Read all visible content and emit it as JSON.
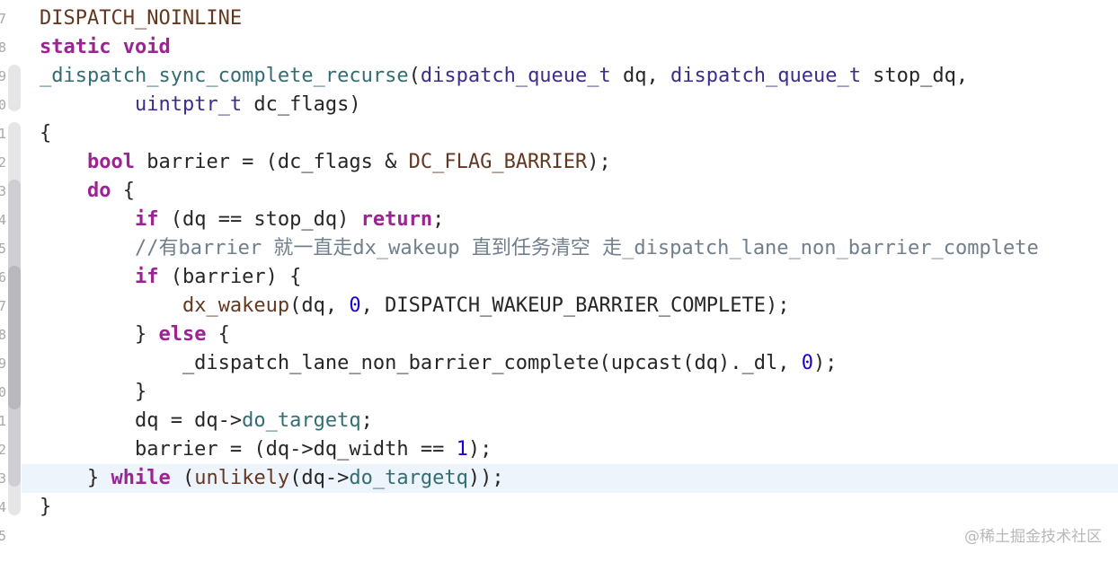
{
  "editor": {
    "line_numbers": [
      "7",
      "8",
      "9",
      "0",
      "1",
      "2",
      "3",
      "4",
      "5",
      "6",
      "7",
      "8",
      "9",
      "0",
      "1",
      "2",
      "3",
      "4",
      "5"
    ],
    "lines": [
      [
        {
          "t": "DISPATCH_NOINLINE",
          "c": "mc"
        }
      ],
      [
        {
          "t": "static",
          "c": "kw"
        },
        {
          "t": " ",
          "c": "pl"
        },
        {
          "t": "void",
          "c": "kw"
        }
      ],
      [
        {
          "t": "_dispatch_sync_complete_recurse",
          "c": "fn"
        },
        {
          "t": "(",
          "c": "pl"
        },
        {
          "t": "dispatch_queue_t",
          "c": "ty"
        },
        {
          "t": " dq, ",
          "c": "pl"
        },
        {
          "t": "dispatch_queue_t",
          "c": "ty"
        },
        {
          "t": " stop_dq,",
          "c": "pl"
        }
      ],
      [
        {
          "t": "        ",
          "c": "pl"
        },
        {
          "t": "uintptr_t",
          "c": "ty"
        },
        {
          "t": " dc_flags)",
          "c": "pl"
        }
      ],
      [
        {
          "t": "{",
          "c": "pl"
        }
      ],
      [
        {
          "t": "    ",
          "c": "pl"
        },
        {
          "t": "bool",
          "c": "kw"
        },
        {
          "t": " barrier = (dc_flags & ",
          "c": "pl"
        },
        {
          "t": "DC_FLAG_BARRIER",
          "c": "mc"
        },
        {
          "t": ");",
          "c": "pl"
        }
      ],
      [
        {
          "t": "    ",
          "c": "pl"
        },
        {
          "t": "do",
          "c": "kw"
        },
        {
          "t": " {",
          "c": "pl"
        }
      ],
      [
        {
          "t": "        ",
          "c": "pl"
        },
        {
          "t": "if",
          "c": "kw"
        },
        {
          "t": " (dq == stop_dq) ",
          "c": "pl"
        },
        {
          "t": "return",
          "c": "kw"
        },
        {
          "t": ";",
          "c": "pl"
        }
      ],
      [
        {
          "t": "        ",
          "c": "pl"
        },
        {
          "t": "//有barrier 就一直走dx_wakeup 直到任务清空 走_dispatch_lane_non_barrier_complete",
          "c": "cm"
        }
      ],
      [
        {
          "t": "        ",
          "c": "pl"
        },
        {
          "t": "if",
          "c": "kw"
        },
        {
          "t": " (barrier) {",
          "c": "pl"
        }
      ],
      [
        {
          "t": "            ",
          "c": "pl"
        },
        {
          "t": "dx_wakeup",
          "c": "mc"
        },
        {
          "t": "(dq, ",
          "c": "pl"
        },
        {
          "t": "0",
          "c": "nu"
        },
        {
          "t": ", DISPATCH_WAKEUP_BARRIER_COMPLETE);",
          "c": "pl"
        }
      ],
      [
        {
          "t": "        } ",
          "c": "pl"
        },
        {
          "t": "else",
          "c": "kw"
        },
        {
          "t": " {",
          "c": "pl"
        }
      ],
      [
        {
          "t": "            _dispatch_lane_non_barrier_complete(upcast(dq)._dl, ",
          "c": "pl"
        },
        {
          "t": "0",
          "c": "nu"
        },
        {
          "t": ");",
          "c": "pl"
        }
      ],
      [
        {
          "t": "        }",
          "c": "pl"
        }
      ],
      [
        {
          "t": "        dq = dq->",
          "c": "pl"
        },
        {
          "t": "do_targetq",
          "c": "fn"
        },
        {
          "t": ";",
          "c": "pl"
        }
      ],
      [
        {
          "t": "        barrier = (dq->dq_width == ",
          "c": "pl"
        },
        {
          "t": "1",
          "c": "nu"
        },
        {
          "t": ");",
          "c": "pl"
        }
      ],
      [
        {
          "t": "    } ",
          "c": "pl"
        },
        {
          "t": "while",
          "c": "kw"
        },
        {
          "t": " (",
          "c": "pl"
        },
        {
          "t": "unlikely",
          "c": "mc"
        },
        {
          "t": "(dq->",
          "c": "pl"
        },
        {
          "t": "do_targetq",
          "c": "fn"
        },
        {
          "t": "));",
          "c": "pl"
        }
      ],
      [
        {
          "t": "}",
          "c": "pl"
        }
      ],
      [
        {
          "t": "",
          "c": "pl"
        }
      ]
    ],
    "current_line_index": 16
  },
  "watermark": {
    "text": "@稀土掘金技术社区"
  }
}
